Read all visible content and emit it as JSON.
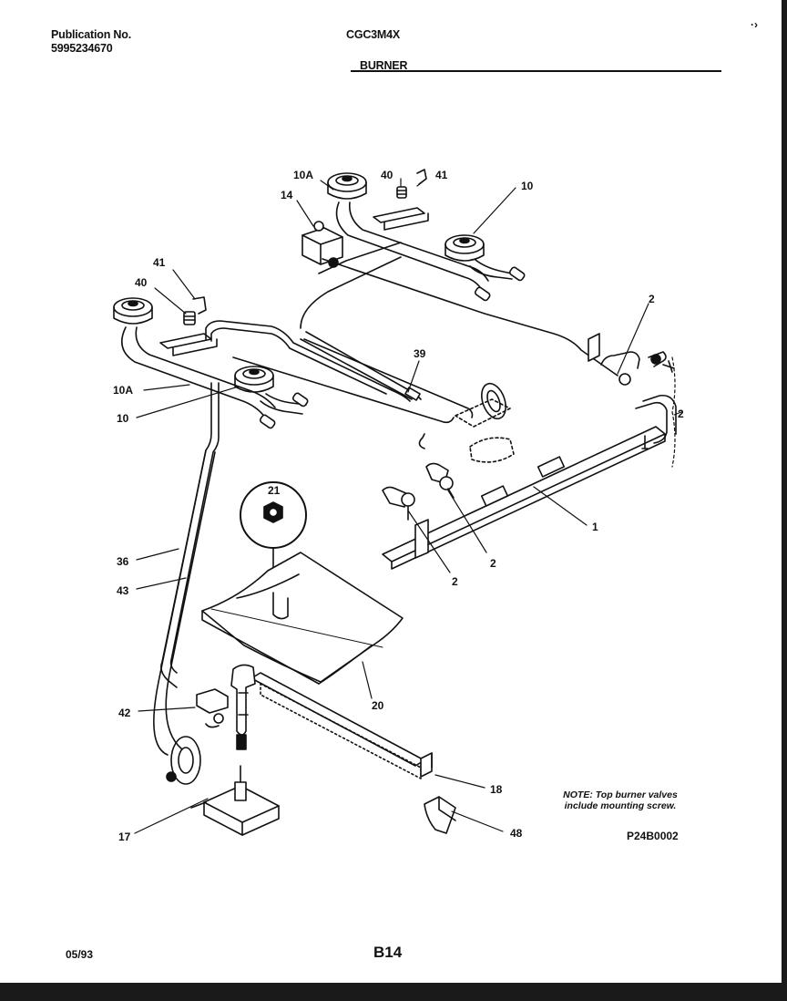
{
  "header": {
    "publication_label": "Publication No.",
    "publication_number": "5995234670",
    "model": "CGC3M4X",
    "section": "BURNER"
  },
  "footer": {
    "date": "05/93",
    "page": "B14",
    "figure_code": "P24B0002"
  },
  "note": "NOTE: Top burner valves include mounting screw.",
  "corner_mark": "·›",
  "callouts": {
    "c10A_top": "10A",
    "c40_top": "40",
    "c41_top": "41",
    "c10_top": "10",
    "c14": "14",
    "c41_left": "41",
    "c40_left": "40",
    "c10A_left": "10A",
    "c10_left": "10",
    "c39": "39",
    "c2_a": "2",
    "c2_b": "2",
    "c1": "1",
    "c2_c": "2",
    "c2_d": "2",
    "c21": "21",
    "c36": "36",
    "c43": "43",
    "c20": "20",
    "c42": "42",
    "c18": "18",
    "c48": "48",
    "c17": "17"
  }
}
